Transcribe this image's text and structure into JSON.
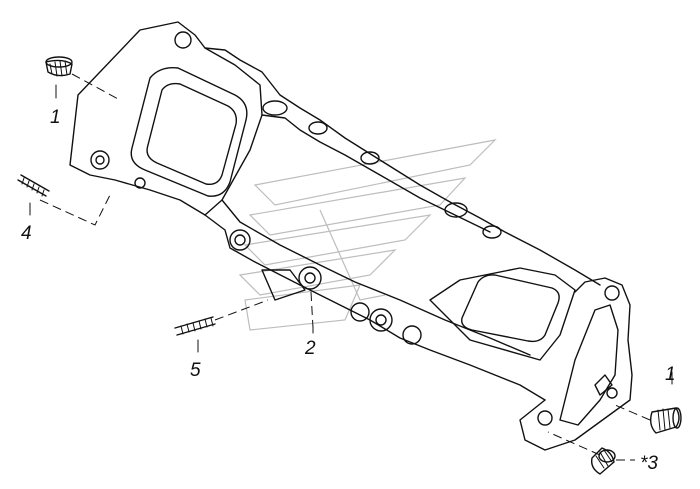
{
  "callouts": [
    {
      "id": "1a",
      "text": "1"
    },
    {
      "id": "4",
      "text": "4"
    },
    {
      "id": "2",
      "text": "2"
    },
    {
      "id": "5",
      "text": "5"
    },
    {
      "id": "1b",
      "text": "1"
    },
    {
      "id": "3",
      "text": "*3"
    }
  ]
}
